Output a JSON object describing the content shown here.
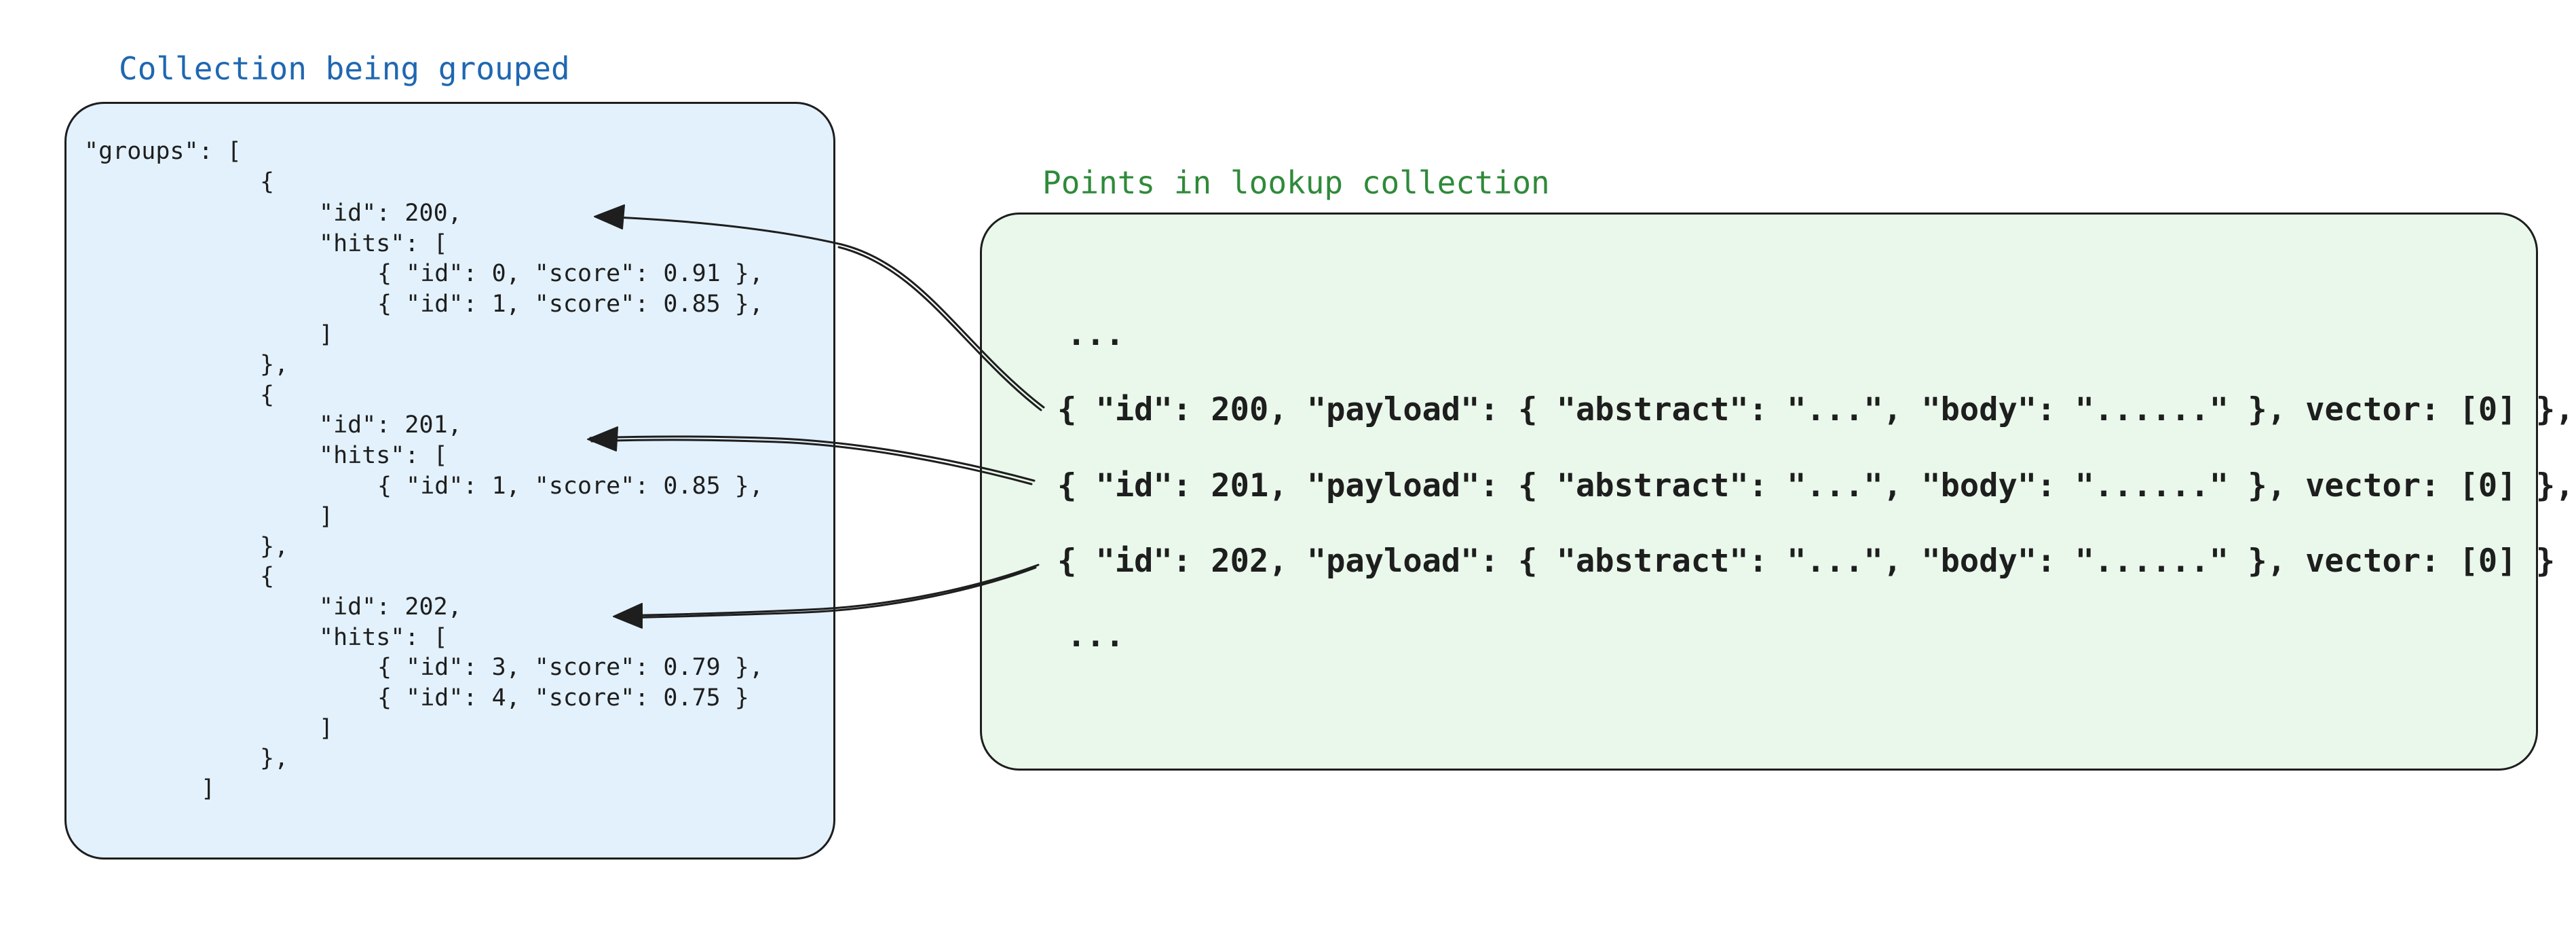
{
  "left_panel": {
    "title": "Collection being grouped",
    "code_lines": [
      "\"groups\": [",
      "{",
      "\"id\": 200,",
      "\"hits\": [",
      "{ \"id\": 0, \"score\": 0.91 },",
      "{ \"id\": 1, \"score\": 0.85 },",
      "]",
      "},",
      "{",
      "\"id\": 201,",
      "\"hits\": [",
      "{ \"id\": 1, \"score\": 0.85 },",
      "]",
      "},",
      "{",
      "\"id\": 202,",
      "\"hits\": [",
      "{ \"id\": 3, \"score\": 0.79 },",
      "{ \"id\": 4, \"score\": 0.75 }",
      "]",
      "},",
      "]"
    ]
  },
  "right_panel": {
    "title": "Points in lookup collection",
    "lines": [
      "...",
      "{ \"id\": 200, \"payload\": { \"abstract\": \"...\", \"body\": \"......\" }, vector: [0] },",
      "{ \"id\": 201, \"payload\": { \"abstract\": \"...\", \"body\": \"......\" }, vector: [0] },",
      "{ \"id\": 202, \"payload\": { \"abstract\": \"...\", \"body\": \"......\" }, vector: [0] }",
      "..."
    ]
  },
  "colors": {
    "left_title": "#1f67b1",
    "right_title": "#2f8a3a",
    "left_fill": "#e3f1fc",
    "right_fill": "#e9f8eb",
    "stroke": "#1e1e1e"
  }
}
